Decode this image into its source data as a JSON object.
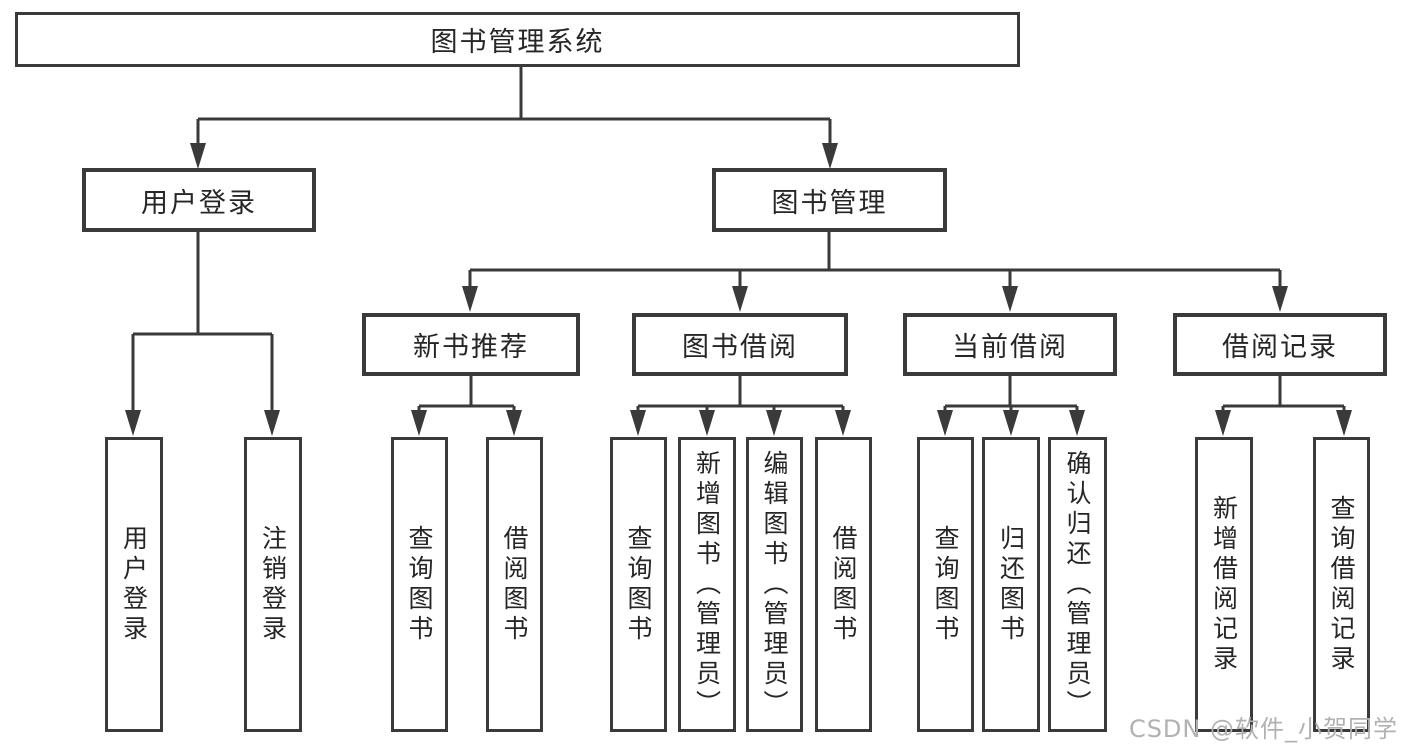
{
  "diagram": {
    "root": {
      "label": "图书管理系统"
    },
    "level2": [
      {
        "label": "用户登录",
        "children": [
          {
            "label": "用户登录"
          },
          {
            "label": "注销登录"
          }
        ]
      },
      {
        "label": "图书管理",
        "children": [
          {
            "label": "新书推荐",
            "children": [
              {
                "label": "查询图书"
              },
              {
                "label": "借阅图书"
              }
            ]
          },
          {
            "label": "图书借阅",
            "children": [
              {
                "label": "查询图书"
              },
              {
                "label": "新增图书（管理员）"
              },
              {
                "label": "编辑图书（管理员）"
              },
              {
                "label": "借阅图书"
              }
            ]
          },
          {
            "label": "当前借阅",
            "children": [
              {
                "label": "查询图书"
              },
              {
                "label": "归还图书"
              },
              {
                "label": "确认归还（管理员）"
              }
            ]
          },
          {
            "label": "借阅记录",
            "children": [
              {
                "label": "新增借阅记录"
              },
              {
                "label": "查询借阅记录"
              }
            ]
          }
        ]
      }
    ]
  },
  "watermark": {
    "text": "CSDN @软件_小贺同学"
  },
  "colors": {
    "background": "#ffffff",
    "box_border": "#3a3a3a",
    "line": "#3a3a3a",
    "text": "#262626",
    "watermark": "#b1b1b1"
  }
}
